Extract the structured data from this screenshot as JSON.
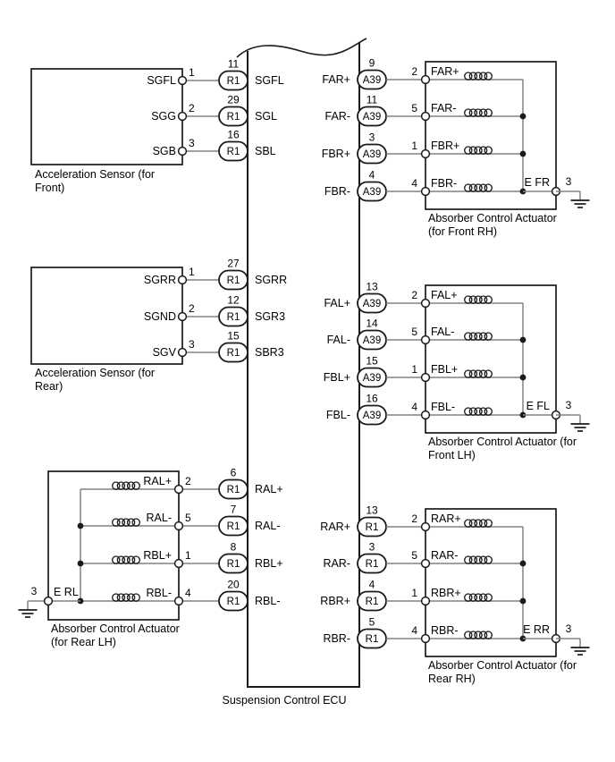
{
  "style": {
    "background": "#ffffff",
    "wire_color": "#828282",
    "outline_color": "#1a1a1a",
    "text_color": "#000000"
  },
  "diagram": {
    "ecu_label": "Suspension Control ECU",
    "blocks": {
      "sensor_front": {
        "label_lines": [
          "Acceleration Sensor (for",
          "Front)"
        ],
        "rows": [
          {
            "dev_label": "SGFL",
            "dev_pin": "1",
            "conn": "R1",
            "conn_pin": "11",
            "ecu_label": "SGFL"
          },
          {
            "dev_label": "SGG",
            "dev_pin": "2",
            "conn": "R1",
            "conn_pin": "29",
            "ecu_label": "SGL"
          },
          {
            "dev_label": "SGB",
            "dev_pin": "3",
            "conn": "R1",
            "conn_pin": "16",
            "ecu_label": "SBL"
          }
        ]
      },
      "sensor_rear": {
        "label_lines": [
          "Acceleration Sensor (for",
          "Rear)"
        ],
        "rows": [
          {
            "dev_label": "SGRR",
            "dev_pin": "1",
            "conn": "R1",
            "conn_pin": "27",
            "ecu_label": "SGRR"
          },
          {
            "dev_label": "SGND",
            "dev_pin": "2",
            "conn": "R1",
            "conn_pin": "12",
            "ecu_label": "SGR3"
          },
          {
            "dev_label": "SGV",
            "dev_pin": "3",
            "conn": "R1",
            "conn_pin": "15",
            "ecu_label": "SBR3"
          }
        ]
      },
      "actuator_rear_lh": {
        "label_lines": [
          "Absorber Control Actuator",
          "(for Rear LH)"
        ],
        "ground_label": "E RL",
        "ground_pin": "3",
        "rows": [
          {
            "dev_label": "RAL+",
            "dev_pin": "2",
            "conn": "R1",
            "conn_pin": "6",
            "ecu_label": "RAL+"
          },
          {
            "dev_label": "RAL-",
            "dev_pin": "5",
            "conn": "R1",
            "conn_pin": "7",
            "ecu_label": "RAL-"
          },
          {
            "dev_label": "RBL+",
            "dev_pin": "1",
            "conn": "R1",
            "conn_pin": "8",
            "ecu_label": "RBL+"
          },
          {
            "dev_label": "RBL-",
            "dev_pin": "4",
            "conn": "R1",
            "conn_pin": "20",
            "ecu_label": "RBL-"
          }
        ]
      },
      "actuator_front_rh": {
        "label_lines": [
          "Absorber Control Actuator",
          "(for Front RH)"
        ],
        "ground_label": "E FR",
        "ground_pin": "3",
        "rows": [
          {
            "ecu_label": "FAR+",
            "conn": "A39",
            "conn_pin": "9",
            "dev_pin": "2",
            "dev_label": "FAR+"
          },
          {
            "ecu_label": "FAR-",
            "conn": "A39",
            "conn_pin": "11",
            "dev_pin": "5",
            "dev_label": "FAR-"
          },
          {
            "ecu_label": "FBR+",
            "conn": "A39",
            "conn_pin": "3",
            "dev_pin": "1",
            "dev_label": "FBR+"
          },
          {
            "ecu_label": "FBR-",
            "conn": "A39",
            "conn_pin": "4",
            "dev_pin": "4",
            "dev_label": "FBR-"
          }
        ]
      },
      "actuator_front_lh": {
        "label_lines": [
          "Absorber Control Actuator (for",
          "Front LH)"
        ],
        "ground_label": "E FL",
        "ground_pin": "3",
        "rows": [
          {
            "ecu_label": "FAL+",
            "conn": "A39",
            "conn_pin": "13",
            "dev_pin": "2",
            "dev_label": "FAL+"
          },
          {
            "ecu_label": "FAL-",
            "conn": "A39",
            "conn_pin": "14",
            "dev_pin": "5",
            "dev_label": "FAL-"
          },
          {
            "ecu_label": "FBL+",
            "conn": "A39",
            "conn_pin": "15",
            "dev_pin": "1",
            "dev_label": "FBL+"
          },
          {
            "ecu_label": "FBL-",
            "conn": "A39",
            "conn_pin": "16",
            "dev_pin": "4",
            "dev_label": "FBL-"
          }
        ]
      },
      "actuator_rear_rh": {
        "label_lines": [
          "Absorber Control Actuator (for",
          "Rear RH)"
        ],
        "ground_label": "E RR",
        "ground_pin": "3",
        "rows": [
          {
            "ecu_label": "RAR+",
            "conn": "R1",
            "conn_pin": "13",
            "dev_pin": "2",
            "dev_label": "RAR+"
          },
          {
            "ecu_label": "RAR-",
            "conn": "R1",
            "conn_pin": "3",
            "dev_pin": "5",
            "dev_label": "RAR-"
          },
          {
            "ecu_label": "RBR+",
            "conn": "R1",
            "conn_pin": "4",
            "dev_pin": "1",
            "dev_label": "RBR+"
          },
          {
            "ecu_label": "RBR-",
            "conn": "R1",
            "conn_pin": "5",
            "dev_pin": "4",
            "dev_label": "RBR-"
          }
        ]
      }
    }
  }
}
